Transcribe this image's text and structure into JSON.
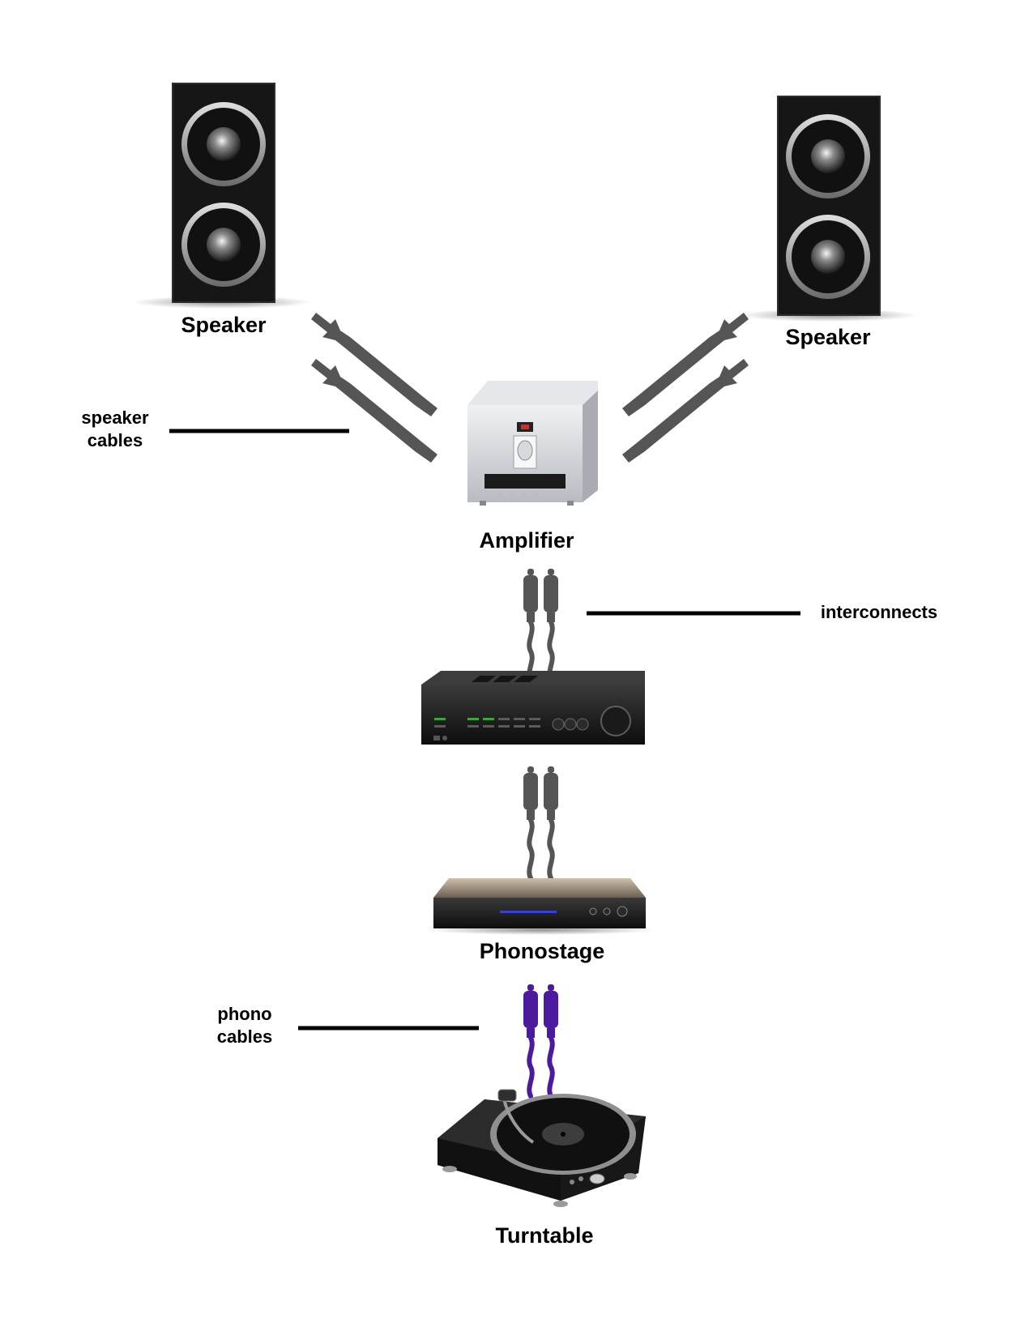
{
  "labels": {
    "speaker_left": "Speaker",
    "speaker_right": "Speaker",
    "amplifier": "Amplifier",
    "phonostage": "Phonostage",
    "turntable": "Turntable",
    "speaker_cables_line1": "speaker",
    "speaker_cables_line2": "cables",
    "interconnects": "interconnects",
    "phono_cables_line1": "phono",
    "phono_cables_line2": "cables"
  },
  "colors": {
    "cable_gray": "#555555",
    "phono_cable": "#4b1a9e",
    "line": "#000000",
    "device_dark": "#1c1c1c",
    "amp_silver": "#d4d6da"
  },
  "icons": {
    "speaker": "speaker-icon",
    "amplifier": "amplifier-icon",
    "preamp": "preamplifier-icon",
    "phonostage": "phonostage-icon",
    "turntable": "turntable-icon",
    "spade_connector": "spade-connector-icon",
    "rca_plug": "rca-plug-icon"
  }
}
